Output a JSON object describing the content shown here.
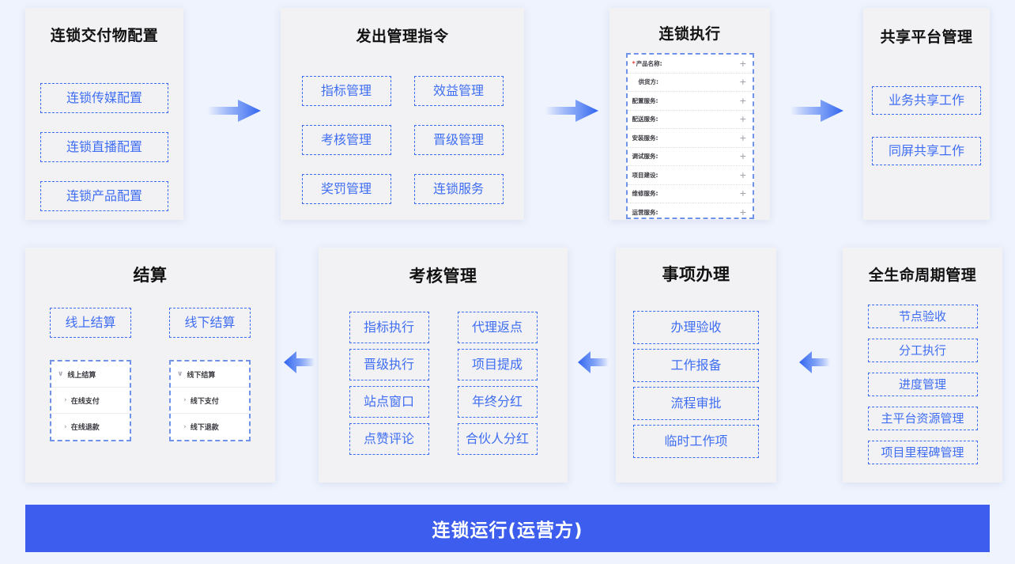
{
  "background_color": "#eef3fc",
  "panel_color": "#f2f2f4",
  "accent_color": "#3f6ef2",
  "banner_color": "#3c5ded",
  "panels": {
    "delivery_config": {
      "title": "连锁交付物配置",
      "buttons": [
        "连锁传媒配置",
        "连锁直播配置",
        "连锁产品配置"
      ]
    },
    "issue_instruction": {
      "title": "发出管理指令",
      "buttons": [
        "指标管理",
        "效益管理",
        "考核管理",
        "晋级管理",
        "奖罚管理",
        "连锁服务"
      ]
    },
    "chain_execution": {
      "title": "连锁执行",
      "rows": [
        {
          "label": "产品名称:",
          "required": true,
          "indent": false,
          "action": "plus-icon"
        },
        {
          "label": "供货方:",
          "required": false,
          "indent": true,
          "action": "plus-icon"
        },
        {
          "label": "配置服务:",
          "required": false,
          "indent": false,
          "action": "plus-icon"
        },
        {
          "label": "配送服务:",
          "required": false,
          "indent": false,
          "action": "plus-icon"
        },
        {
          "label": "安装服务:",
          "required": false,
          "indent": false,
          "action": "plus-icon"
        },
        {
          "label": "调试服务:",
          "required": false,
          "indent": false,
          "action": "plus-icon"
        },
        {
          "label": "项目建设:",
          "required": false,
          "indent": false,
          "action": "plus-icon"
        },
        {
          "label": "维修服务:",
          "required": false,
          "indent": false,
          "action": "plus-icon"
        },
        {
          "label": "运营服务:",
          "required": false,
          "indent": false,
          "action": "plus-icon"
        }
      ],
      "plus_glyph": "+"
    },
    "share_platform": {
      "title": "共享平台管理",
      "buttons": [
        "业务共享工作",
        "同屏共享工作"
      ]
    },
    "settlement": {
      "title": "结算",
      "columns": [
        {
          "head": "线上结算",
          "tree": [
            {
              "label": "线上结算",
              "icon": "chevron-down-icon",
              "glyph": "∨",
              "child": false
            },
            {
              "label": "在线支付",
              "icon": "chevron-right-icon",
              "glyph": "›",
              "child": true
            },
            {
              "label": "在线退款",
              "icon": "chevron-right-icon",
              "glyph": "›",
              "child": true
            }
          ]
        },
        {
          "head": "线下结算",
          "tree": [
            {
              "label": "线下结算",
              "icon": "chevron-down-icon",
              "glyph": "∨",
              "child": false
            },
            {
              "label": "线下支付",
              "icon": "chevron-right-icon",
              "glyph": "›",
              "child": true
            },
            {
              "label": "线下退款",
              "icon": "chevron-right-icon",
              "glyph": "›",
              "child": true
            }
          ]
        }
      ]
    },
    "assessment": {
      "title": "考核管理",
      "buttons": [
        "指标执行",
        "代理返点",
        "晋级执行",
        "项目提成",
        "站点窗口",
        "年终分红",
        "点赞评论",
        "合伙人分红"
      ]
    },
    "matter_handling": {
      "title": "事项办理",
      "buttons": [
        "办理验收",
        "工作报备",
        "流程审批",
        "临时工作项"
      ]
    },
    "lifecycle": {
      "title": "全生命周期管理",
      "buttons": [
        "节点验收",
        "分工执行",
        "进度管理",
        "主平台资源管理",
        "项目里程碑管理"
      ]
    }
  },
  "arrows": [
    {
      "name": "arrow-delivery-to-instruction",
      "direction": "right"
    },
    {
      "name": "arrow-instruction-to-execution",
      "direction": "right"
    },
    {
      "name": "arrow-execution-to-share",
      "direction": "right"
    },
    {
      "name": "arrow-assessment-to-settlement",
      "direction": "left"
    },
    {
      "name": "arrow-matter-to-assessment",
      "direction": "left"
    },
    {
      "name": "arrow-lifecycle-to-matter",
      "direction": "left"
    }
  ],
  "banner": {
    "label": "连锁运行(运营方)"
  }
}
